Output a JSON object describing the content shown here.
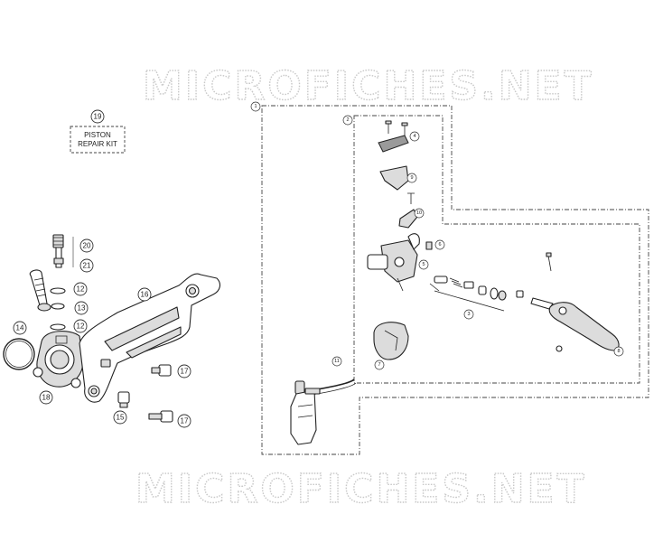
{
  "watermark": {
    "top": "MICROFICHES.NET",
    "bottom": "MICROFICHES.NET"
  },
  "kit": {
    "number": "19",
    "line1": "PISTON",
    "line2": "REPAIR KIT"
  },
  "callouts": {
    "c1": "1",
    "c2": "2",
    "c3": "3",
    "c4": "4",
    "c5": "5",
    "c6": "6",
    "c7": "7",
    "c8": "8",
    "c9": "9",
    "c10": "10",
    "c11": "11",
    "c12a": "12",
    "c12b": "12",
    "c13": "13",
    "c14": "14",
    "c15": "15",
    "c16": "16",
    "c17a": "17",
    "c17b": "17",
    "c18": "18",
    "c20": "20",
    "c21": "21"
  }
}
